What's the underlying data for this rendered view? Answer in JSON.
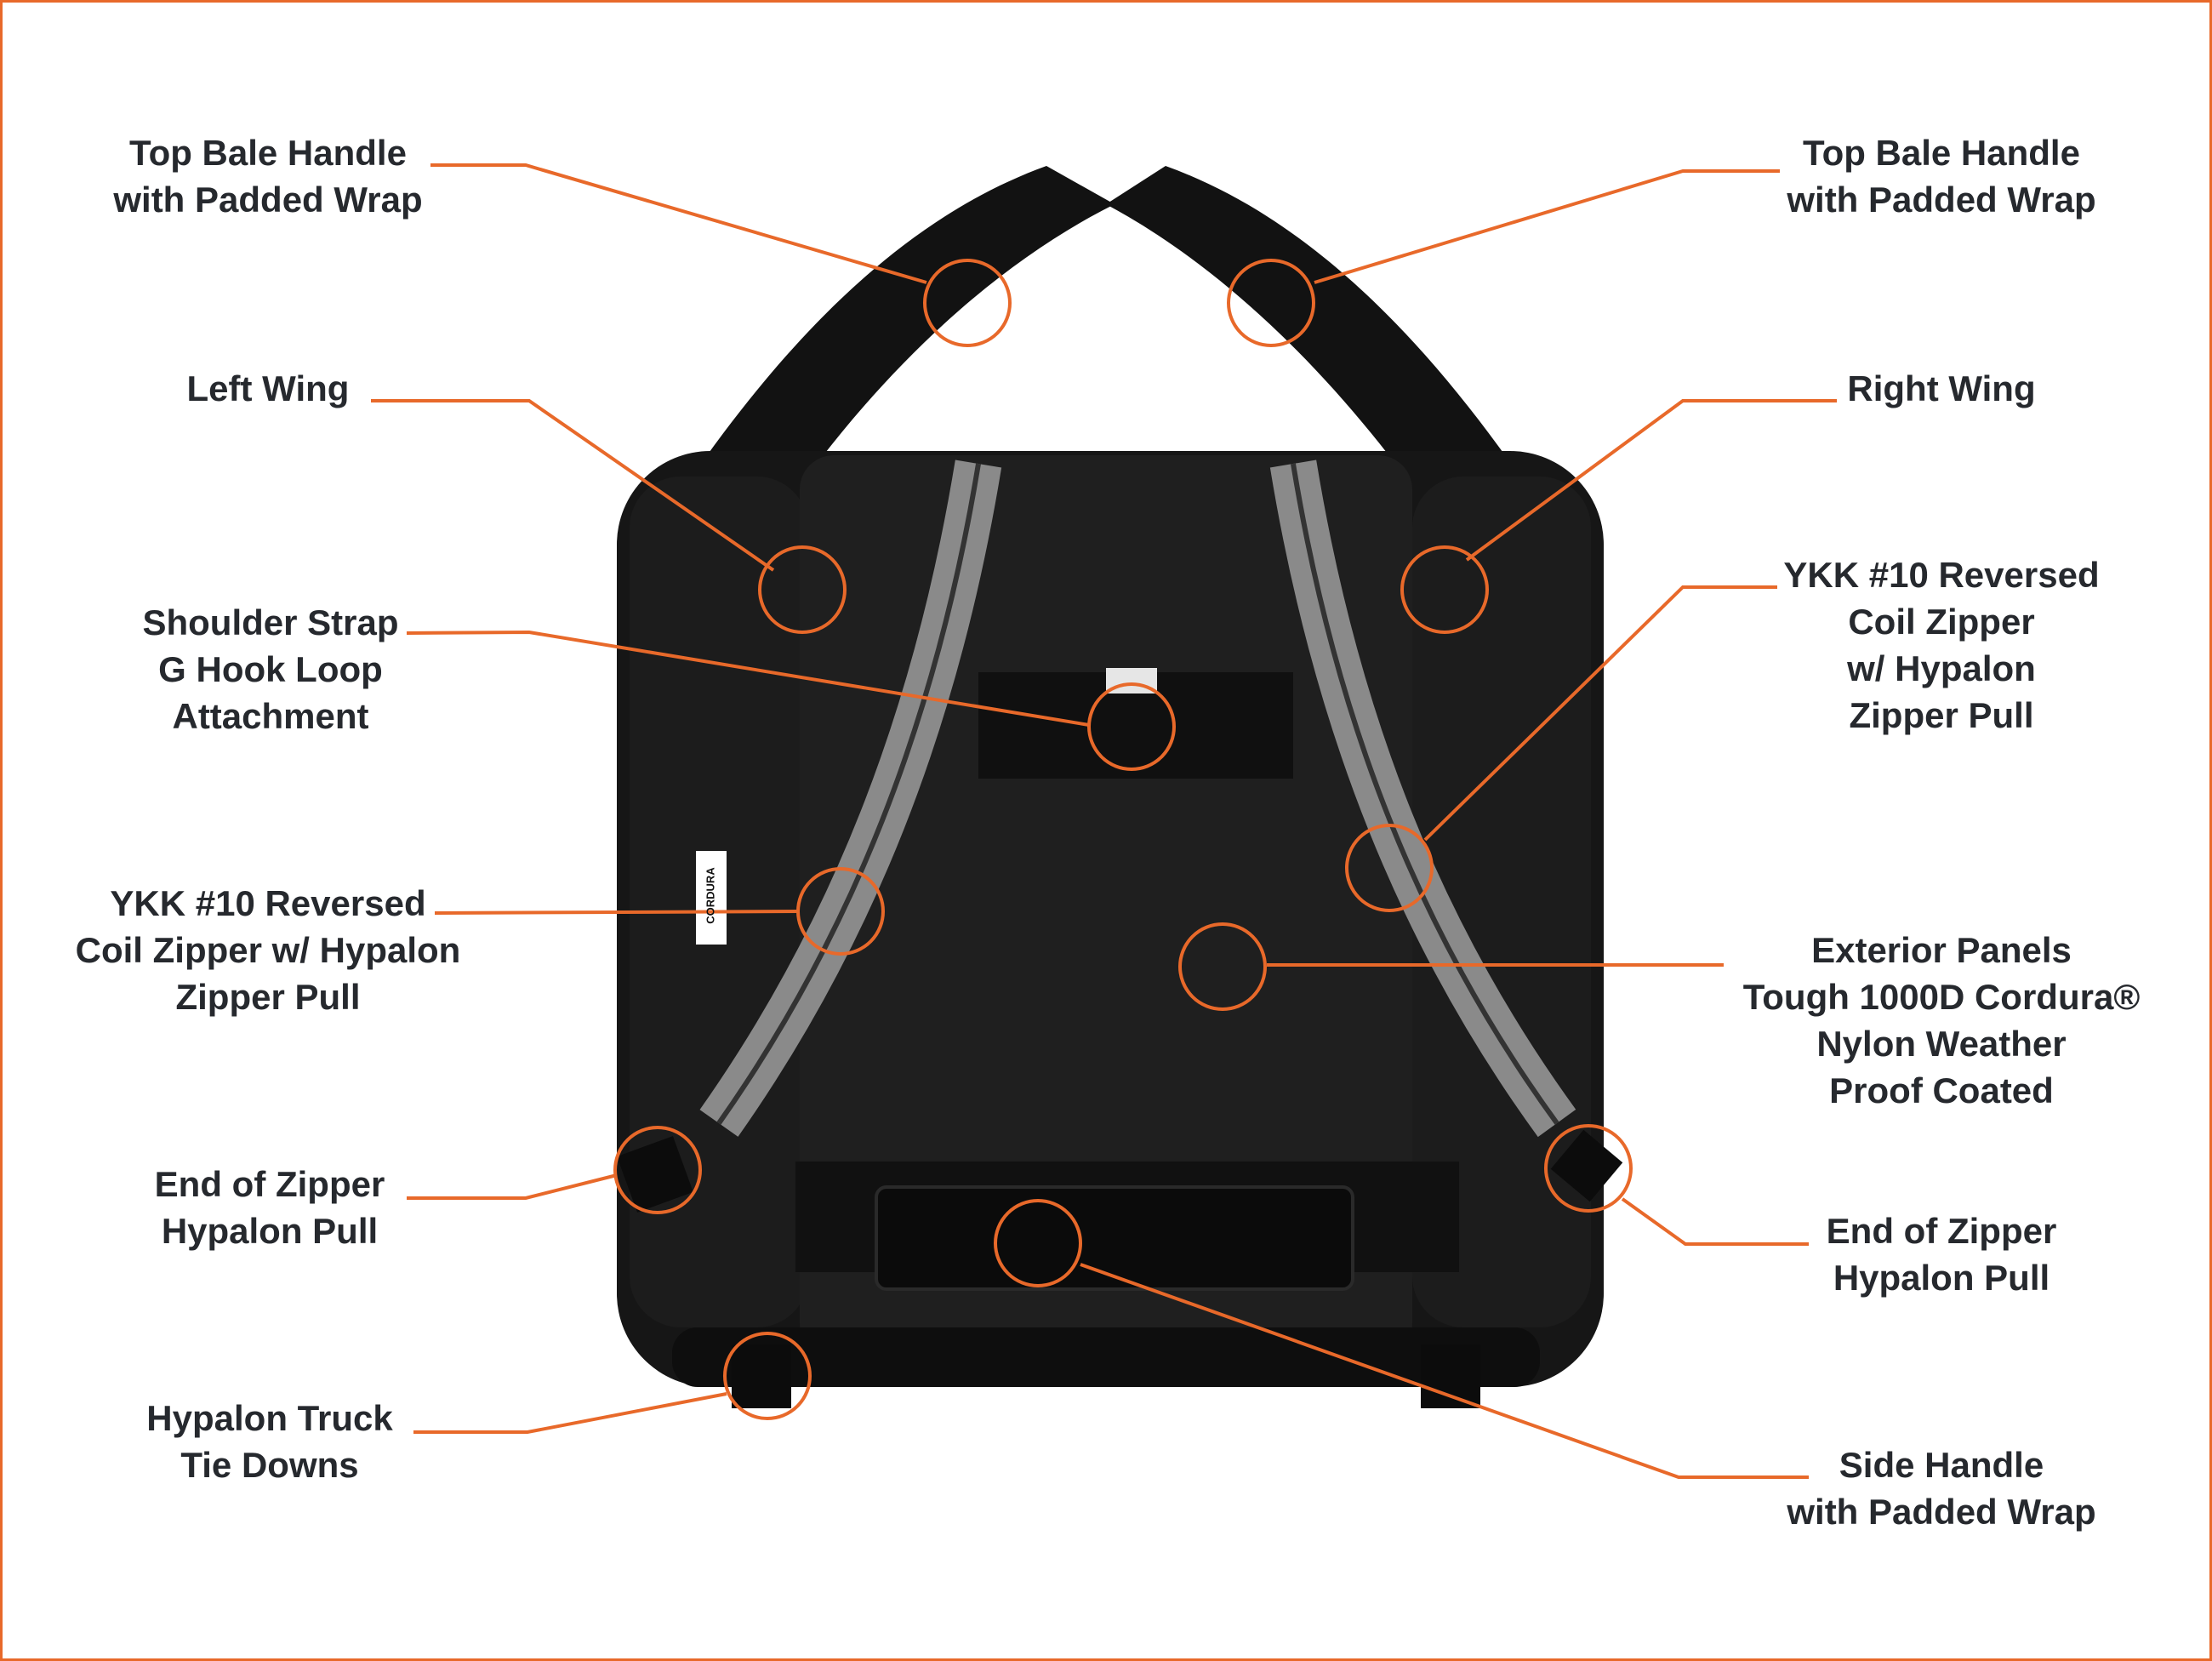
{
  "colors": {
    "accent": "#e8692a",
    "text": "#26292e",
    "bag": "#161616",
    "zipper": "#8a8a8a"
  },
  "callouts": {
    "left": [
      {
        "lines": [
          "Top Bale Handle",
          "with Padded Wrap"
        ]
      },
      {
        "lines": [
          "Left Wing"
        ]
      },
      {
        "lines": [
          "Shoulder Strap",
          "G Hook Loop",
          "Attachment"
        ]
      },
      {
        "lines": [
          "YKK #10 Reversed",
          "Coil Zipper w/ Hypalon",
          "Zipper Pull"
        ]
      },
      {
        "lines": [
          "End of Zipper",
          "Hypalon Pull"
        ]
      },
      {
        "lines": [
          "Hypalon Truck",
          "Tie Downs"
        ]
      }
    ],
    "right": [
      {
        "lines": [
          "Top Bale Handle",
          "with Padded Wrap"
        ]
      },
      {
        "lines": [
          "Right Wing"
        ]
      },
      {
        "lines": [
          "YKK #10 Reversed",
          "Coil Zipper",
          "w/ Hypalon",
          "Zipper Pull"
        ]
      },
      {
        "lines": [
          "Exterior Panels",
          "Tough 1000D Cordura®",
          "Nylon Weather",
          "Proof Coated"
        ]
      },
      {
        "lines": [
          "End of Zipper",
          "Hypalon Pull"
        ]
      },
      {
        "lines": [
          "Side Handle",
          "with Padded Wrap"
        ]
      }
    ]
  },
  "bag_label": "CORDURA"
}
